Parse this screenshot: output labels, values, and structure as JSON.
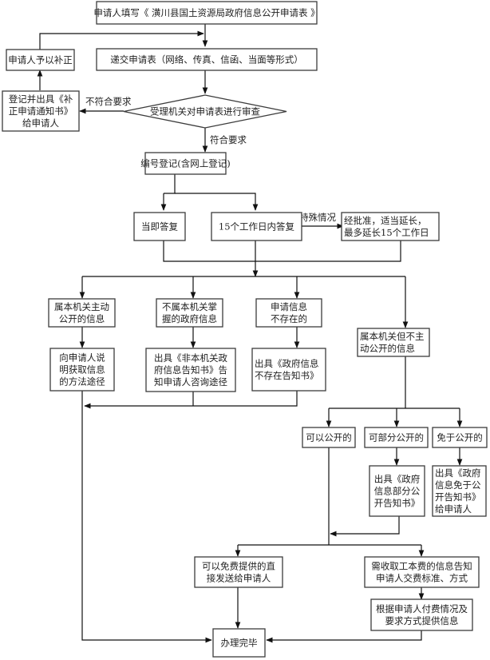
{
  "title": "潢川县国土资源局政府信息公开申请流程图",
  "nodes": {
    "fill_form": [
      "申请人填写《 潢川县国土资源局政府信息公开申请表 》"
    ],
    "submit": [
      "递交申请表（网络、传真、信函、当面等形式）"
    ],
    "correct": [
      "申请人予以补正"
    ],
    "register_notice": [
      "登记并出具《补",
      "正申请通知书》",
      "给申请人"
    ],
    "review": [
      "受理机关对申请表进行审查"
    ],
    "number_register": [
      "编号登记(含网上登记)"
    ],
    "immediate": [
      "当即答复"
    ],
    "within15": [
      "15个工作日内答复"
    ],
    "extend": [
      "经批准，适当延长，",
      "最多延长15个工作日"
    ],
    "active_public": [
      "属本机关主动",
      "公开的信息"
    ],
    "not_held": [
      "不属本机关掌",
      "握的政府信息"
    ],
    "not_exist": [
      "申请信息",
      "不存在的"
    ],
    "not_active": [
      "属本机关但不主",
      "动公开的信息"
    ],
    "explain_way": [
      "向申请人说",
      "明获取信息",
      "的方法途径"
    ],
    "non_agency_notice": [
      "出具《非本机关政",
      "府信息告知书》告",
      "知申请人咨询途径"
    ],
    "not_exist_notice": [
      "出具《政府信息",
      "不存在告知书》"
    ],
    "can_public": [
      "可以公开的"
    ],
    "partial_public": [
      "可部分公开的"
    ],
    "exempt_public": [
      "免于公开的"
    ],
    "partial_notice": [
      "出具《政府",
      "信息部分公",
      "开告知书》"
    ],
    "exempt_notice": [
      "出具《政府",
      "信息免于公",
      "开告知书》",
      "给申请人"
    ],
    "free_send": [
      "可以免费提供的直",
      "接发送给申请人"
    ],
    "fee_notice": [
      "需收取工本费的信息告知",
      "申请人交费标准、方式"
    ],
    "pay_provide": [
      "根据申请人付费情况及",
      "要求方式提供信息"
    ],
    "done": [
      "办理完毕"
    ]
  },
  "edge_labels": {
    "not_meet": "不符合要求",
    "meet": "符合要求",
    "special": "特殊情况"
  }
}
